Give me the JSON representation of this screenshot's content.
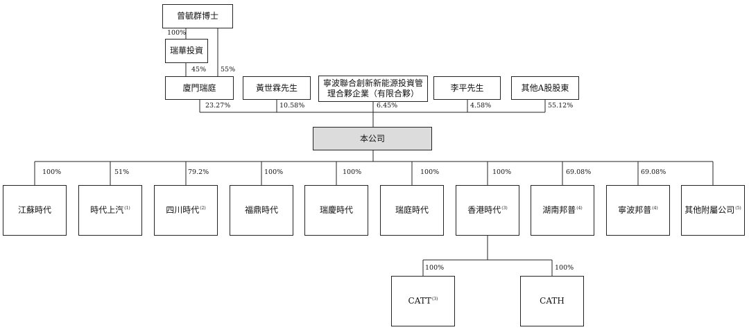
{
  "entities": {
    "dr_zeng": "曾毓群博士",
    "ruihua": "瑞華投資",
    "xiamen_ruiting": "廈門瑞庭",
    "huang": "黃世霖先生",
    "ningbo_lianhe_l1": "寧波聯合創新新能源投資管",
    "ningbo_lianhe_l2": "理合夥企業（有限合夥）",
    "li": "李平先生",
    "other_a": "其他A股股東",
    "company": "本公司",
    "jiangsu": "江蘇時代",
    "saic": "時代上汽",
    "sichuan": "四川時代",
    "fuding": "福鼎時代",
    "ruiqing": "瑞慶時代",
    "ruiting_times": "瑞庭時代",
    "hongkong": "香港時代",
    "hunan_brunp": "湖南邦普",
    "ningbo_brunp": "寧波邦普",
    "other_subs": "其他附屬公司",
    "catt": "CATT",
    "cath": "CATH"
  },
  "notes": {
    "saic": "(1)",
    "sichuan": "(2)",
    "hongkong": "(3)",
    "hunan_brunp": "(4)",
    "ningbo_brunp": "(4)",
    "other_subs": "(5)",
    "catt": "(3)"
  },
  "percentages": {
    "zeng_ruihua": "100%",
    "ruihua_xiamen": "45%",
    "zeng_xiamen": "55%",
    "xiamen_company": "23.27%",
    "huang_company": "10.58%",
    "ningbo_company": "6.45%",
    "li_company": "4.58%",
    "other_a_company": "55.12%",
    "jiangsu": "100%",
    "saic": "51%",
    "sichuan": "79.2%",
    "fuding": "100%",
    "ruiqing": "100%",
    "ruiting_times": "100%",
    "hongkong": "100%",
    "hunan_brunp": "69.08%",
    "ningbo_brunp": "69.08%",
    "catt": "100%",
    "cath": "100%"
  }
}
